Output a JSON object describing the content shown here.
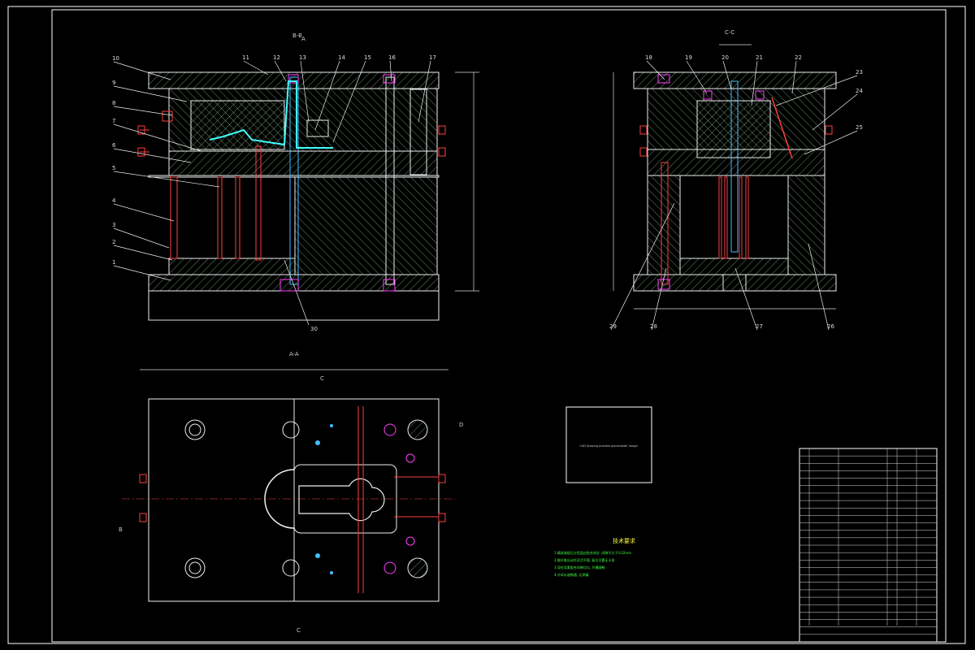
{
  "views": {
    "section_b": "B-B",
    "section_c": "C-C",
    "section_a": "A-A"
  },
  "section_marks": {
    "a": "A",
    "c": "C",
    "d": "D",
    "b": "B"
  },
  "left_leaders": [
    "10",
    "9",
    "8",
    "7",
    "6",
    "5",
    "4",
    "3",
    "2",
    "1"
  ],
  "top_leaders_left": [
    "11",
    "12",
    "13",
    "14",
    "15",
    "16",
    "17"
  ],
  "top_leaders_right": [
    "18",
    "19",
    "20",
    "21",
    "22"
  ],
  "right_leaders": [
    "23",
    "24",
    "25"
  ],
  "bottom_leaders": [
    "26",
    "27",
    "28",
    "29",
    "30"
  ],
  "notes": {
    "title": "技术要求",
    "lines": [
      "1.模具装配后分型面应贴合良好, 间隙不大于0.02mm",
      "2.推杆推出动作灵活平稳, 复位可靠无卡滞",
      "3.导柱导套配合间隙均匀, 开模顺畅",
      "4.冷却水道畅通, 无渗漏"
    ]
  },
  "placeholder_box_text": "CAD drawing preview placeholder image"
}
